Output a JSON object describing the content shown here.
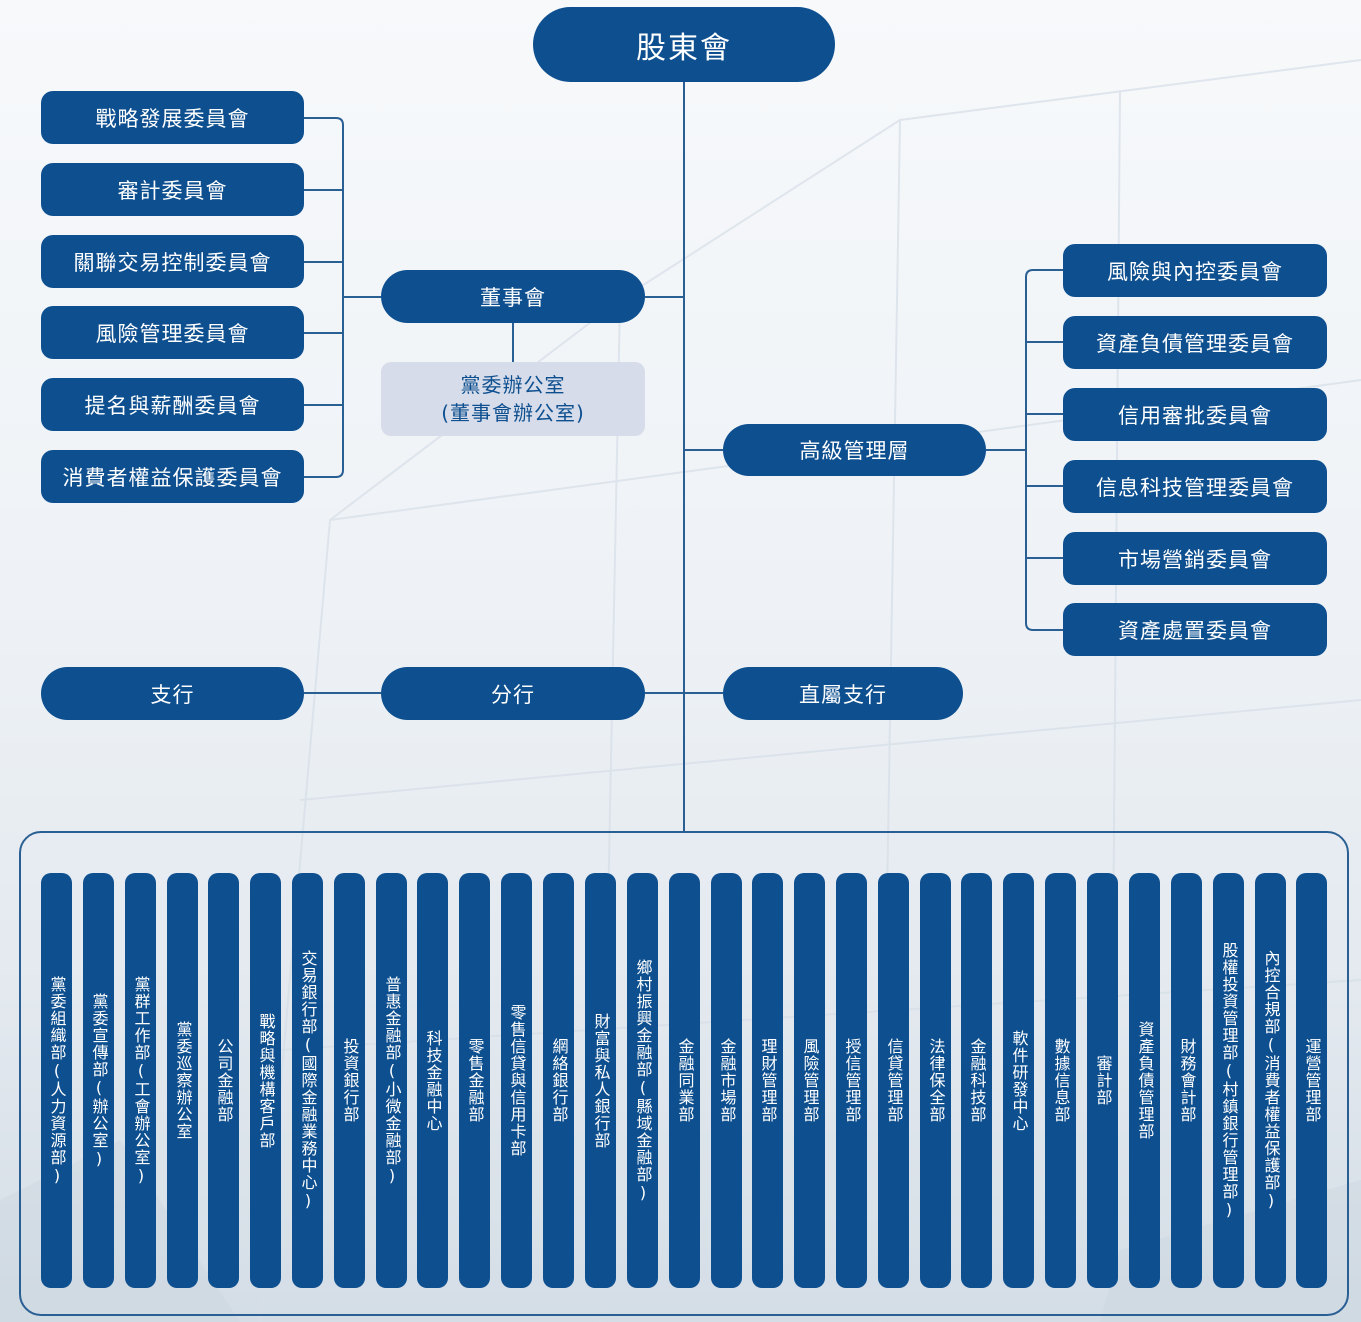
{
  "root": "股東會",
  "board": "董事會",
  "party_office": [
    "黨委辦公室",
    "(董事會辦公室)"
  ],
  "senior_mgmt": "高級管理層",
  "board_committees": [
    "戰略發展委員會",
    "審計委員會",
    "關聯交易控制委員會",
    "風險管理委員會",
    "提名與薪酬委員會",
    "消費者權益保護委員會"
  ],
  "mgmt_committees": [
    "風險與內控委員會",
    "資產負債管理委員會",
    "信用審批委員會",
    "信息科技管理委員會",
    "市場營銷委員會",
    "資產處置委員會"
  ],
  "branches": {
    "sub": "支行",
    "branch": "分行",
    "direct": "直屬支行"
  },
  "departments": [
    "黨委組織部(人力資源部)",
    "黨委宣傳部(辦公室)",
    "黨群工作部(工會辦公室)",
    "黨委巡察辦公室",
    "公司金融部",
    "戰略與機構客戶部",
    "交易銀行部(國際金融業務中心)",
    "投資銀行部",
    "普惠金融部(小微金融部)",
    "科技金融中心",
    "零售金融部",
    "零售信貸與信用卡部",
    "網絡銀行部",
    "財富與私人銀行部",
    "鄉村振興金融部(縣域金融部)",
    "金融同業部",
    "金融市場部",
    "理財管理部",
    "風險管理部",
    "授信管理部",
    "信貸管理部",
    "法律保全部",
    "金融科技部",
    "軟件研發中心",
    "數據信息部",
    "審計部",
    "資產負債管理部",
    "財務會計部",
    "股權投資管理部(村鎮銀行管理部)",
    "內控合規部(消費者權益保護部)",
    "運營管理部"
  ],
  "colors": {
    "node": "#0d4f8f",
    "office_bg": "#d7dcea",
    "line": "#2a5f94"
  }
}
